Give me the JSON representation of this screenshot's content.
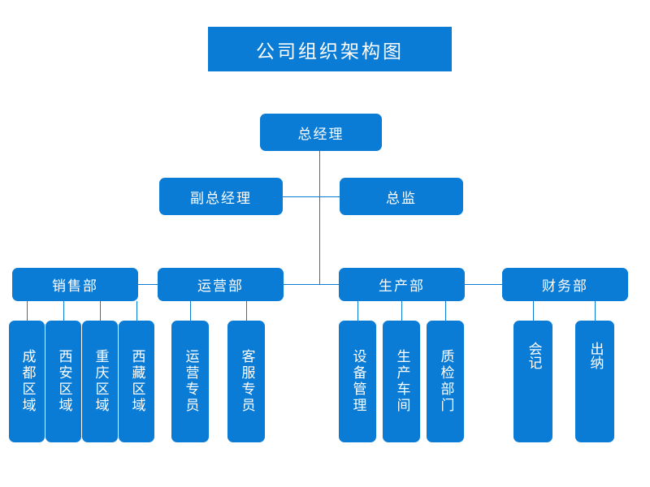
{
  "title": {
    "text": "公司组织架构图"
  },
  "colors": {
    "accent": "#0B7CD6",
    "background": "#FFFFFF",
    "node_text": "#FFFFFF",
    "connector": "#0B7CD6"
  },
  "levels": {
    "executive": {
      "general_manager": "总经理",
      "deputy_general_manager": "副总经理",
      "director": "总监"
    },
    "departments": [
      {
        "label": "销售部"
      },
      {
        "label": "运营部"
      },
      {
        "label": "生产部"
      },
      {
        "label": "财务部"
      }
    ],
    "teams": {
      "sales": [
        {
          "label": "成都区域"
        },
        {
          "label": "西安区域"
        },
        {
          "label": "重庆区域"
        },
        {
          "label": "西藏区域"
        }
      ],
      "operations": [
        {
          "label": "运营专员"
        },
        {
          "label": "客服专员"
        }
      ],
      "production": [
        {
          "label": "设备管理"
        },
        {
          "label": "生产车间"
        },
        {
          "label": "质检部门"
        }
      ],
      "finance": [
        {
          "label": "会记"
        },
        {
          "label": "出纳"
        }
      ]
    }
  }
}
